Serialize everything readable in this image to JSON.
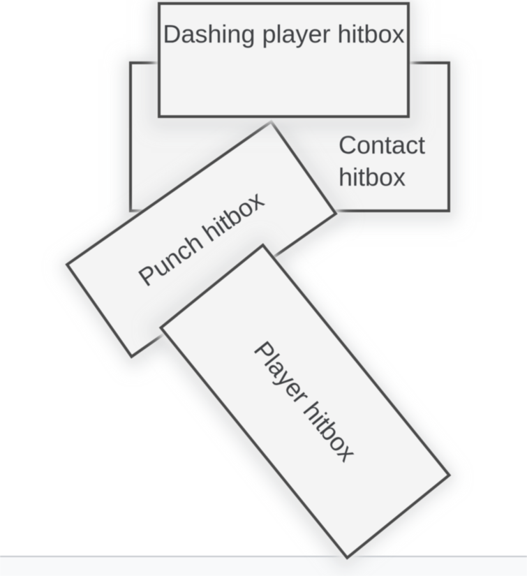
{
  "diagram": {
    "boxes": [
      {
        "id": "dashing-player-hitbox",
        "label": "Dashing player hitbox"
      },
      {
        "id": "contact-hitbox",
        "label": "Contact hitbox"
      },
      {
        "id": "punch-hitbox",
        "label": "Punch hitbox"
      },
      {
        "id": "player-hitbox",
        "label": "Player hitbox"
      }
    ]
  },
  "colors": {
    "page_bg": "#ffffff",
    "box_fill": "#f4f4f4",
    "box_border": "#4a4a4a",
    "label_text": "#3f4144",
    "separator_line": "#c6cacf",
    "footer_bg": "#f8f9fa"
  }
}
